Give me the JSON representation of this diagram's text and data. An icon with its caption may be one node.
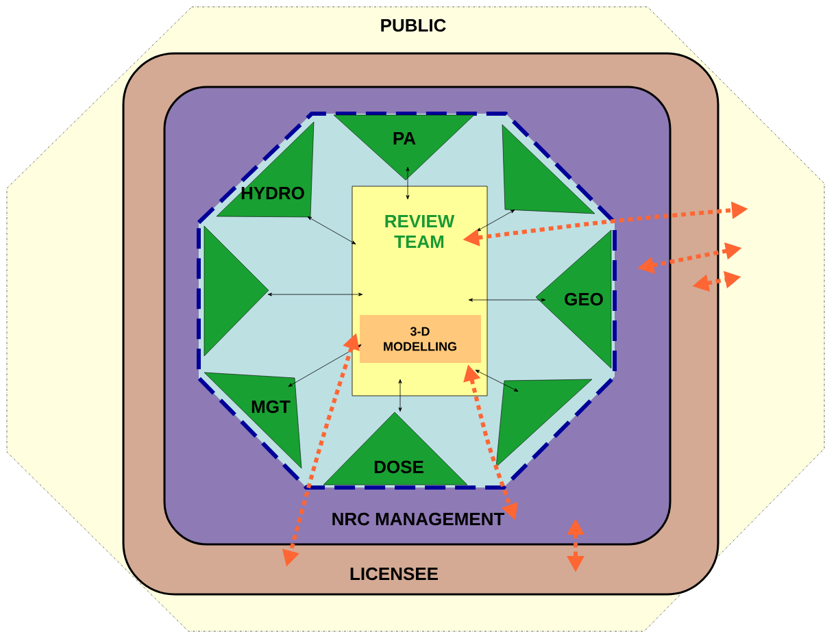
{
  "diagram": {
    "nodes": [
      {
        "text": [
          "PUBLIC"
        ]
      },
      {
        "text": [
          "LICENSEE"
        ],
        "in": 0
      },
      {
        "text": [
          "NRC MANAGEMENT"
        ],
        "in": 1
      },
      {
        "text": [],
        "shape": "octagon",
        "in": 2
      },
      {
        "text": [
          "PA"
        ],
        "in": 3
      },
      {
        "text": [
          "HYDRO"
        ],
        "in": 3
      },
      {
        "text": [],
        "shape": "triangle",
        "in": 3
      },
      {
        "text": [],
        "shape": "triangle",
        "in": 3
      },
      {
        "text": [
          "GEO"
        ],
        "in": 3
      },
      {
        "text": [
          "MGT"
        ],
        "in": 3
      },
      {
        "text": [],
        "shape": "triangle",
        "in": 3
      },
      {
        "text": [
          "DOSE"
        ],
        "in": 3
      },
      {
        "text": [
          "REVIEW TEAM"
        ],
        "in": 3
      },
      {
        "text": [
          "3-D MODELLING"
        ],
        "in": 12
      }
    ],
    "edges": [
      {
        "from": 4,
        "to": 12,
        "arrow": "both"
      },
      {
        "from": 5,
        "to": 12,
        "arrow": "both"
      },
      {
        "from": 6,
        "to": 12,
        "arrow": "both"
      },
      {
        "from": 7,
        "to": 12,
        "arrow": "both"
      },
      {
        "from": 8,
        "to": 12,
        "arrow": "both"
      },
      {
        "from": 9,
        "to": 13,
        "arrow": "both"
      },
      {
        "from": 10,
        "to": 12,
        "arrow": "both"
      },
      {
        "from": 11,
        "to": 12,
        "arrow": "both"
      },
      {
        "from": 12,
        "to": null,
        "arrow": "both",
        "style": "dashed",
        "color": "#ff6633"
      },
      {
        "from": 2,
        "to": null,
        "arrow": "both",
        "style": "dashed",
        "color": "#ff6633"
      },
      {
        "from": 1,
        "to": null,
        "arrow": "both",
        "style": "dashed",
        "color": "#ff6633"
      },
      {
        "from": 13,
        "to": 1,
        "arrow": "both",
        "style": "dashed",
        "color": "#ff6633"
      },
      {
        "from": 13,
        "to": 2,
        "arrow": "both",
        "style": "dashed",
        "color": "#ff6633"
      },
      {
        "from": 2,
        "to": 1,
        "arrow": "both",
        "style": "dashed",
        "color": "#ff6633"
      }
    ]
  }
}
